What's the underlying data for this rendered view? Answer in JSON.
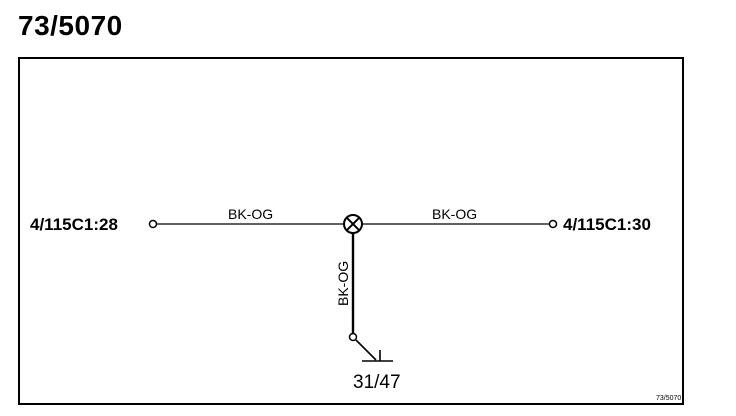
{
  "page": {
    "title": "73/5070"
  },
  "diagram": {
    "connectors": {
      "left": "4/115C1:28",
      "right": "4/115C1:30"
    },
    "wires": {
      "left_color": "BK-OG",
      "right_color": "BK-OG",
      "vertical_color": "BK-OG"
    },
    "ground": {
      "label": "31/47"
    },
    "reference": "73/5070"
  },
  "colors": {
    "ink": "#000000",
    "background": "#ffffff"
  },
  "icons": {
    "splice": "lamp-cross-circle-icon",
    "ground": "ground-symbol-icon",
    "terminal": "terminal-circle-icon"
  }
}
